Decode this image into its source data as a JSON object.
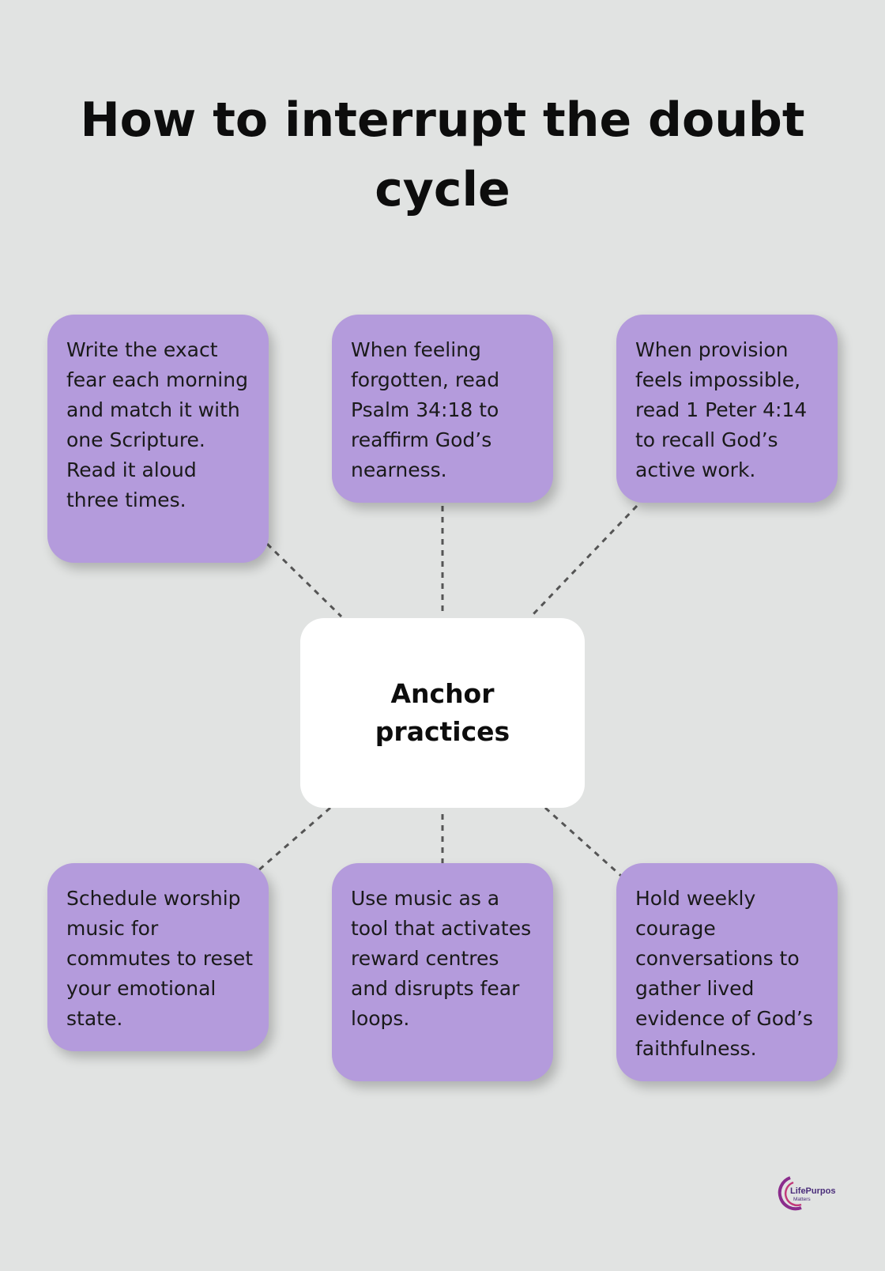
{
  "title": "How to interrupt the doubt cycle",
  "center": {
    "label": "Anchor practices"
  },
  "nodes": [
    {
      "text": "Write the exact fear each morning and match it with one Scripture. Read it aloud three times."
    },
    {
      "text": "When feeling forgotten, read Psalm 34:18 to reaffirm God’s nearness."
    },
    {
      "text": "When provision feels impossible, read 1 Peter 4:14 to recall God’s active work."
    },
    {
      "text": "Schedule worship music for commutes to reset your emotional state."
    },
    {
      "text": "Use music as a tool that activates reward centres and disrupts fear loops."
    },
    {
      "text": "Hold weekly courage conversations to gather lived evidence of God’s faithfulness."
    }
  ],
  "logo": {
    "text": "LifePurpose",
    "subtext": "Matters"
  },
  "colors": {
    "background": "#e1e3e2",
    "node": "#b49bdc",
    "center": "#ffffff",
    "connector": "#555555"
  }
}
